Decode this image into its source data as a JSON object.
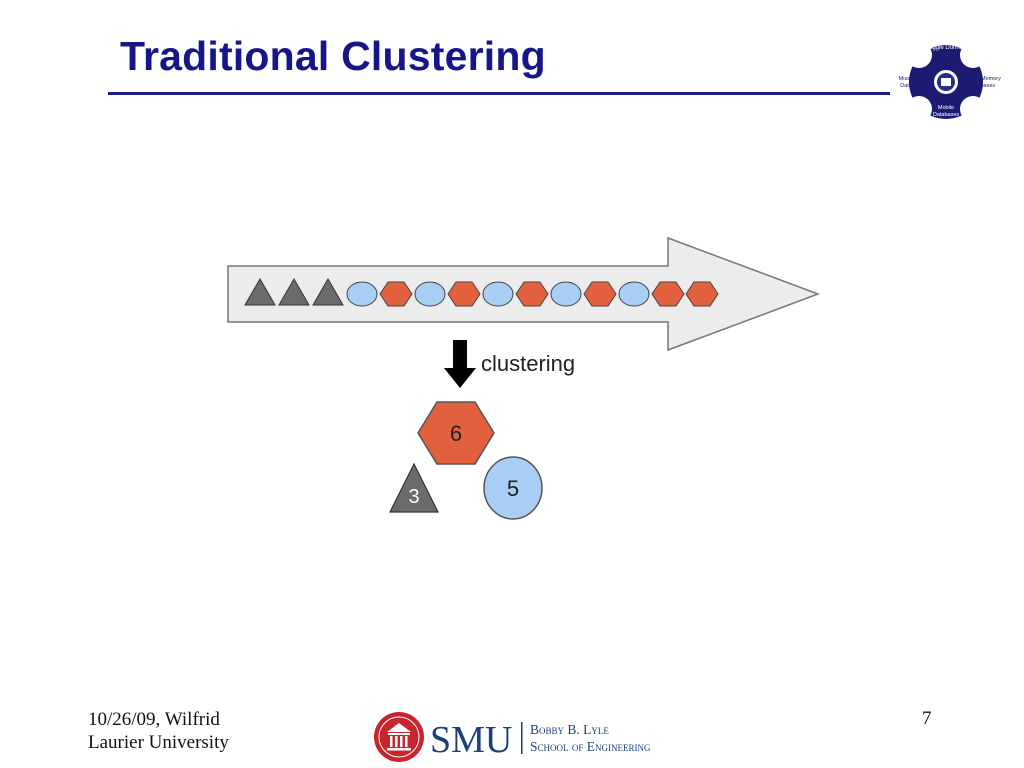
{
  "slide": {
    "title": "Traditional Clustering",
    "page_number": "7",
    "footer": {
      "line1": "10/26/09, Wilfrid",
      "line2": "Laurier University"
    }
  },
  "badge": {
    "top": "Maggie Dunham",
    "left_line1": "Missing",
    "left_line2": "Data",
    "right_line1": "MainMemory",
    "right_line2": "Databases",
    "bottom_line1": "Mobile",
    "bottom_line2": "Databases"
  },
  "school_logo": {
    "wordmark": "SMU",
    "line1": "Bobby B. Lyle",
    "line2": "School of Engineering"
  },
  "diagram": {
    "stream": [
      "triangle",
      "triangle",
      "triangle",
      "circle",
      "hexagon",
      "circle",
      "hexagon",
      "circle",
      "hexagon",
      "circle",
      "hexagon",
      "circle",
      "hexagon",
      "hexagon"
    ],
    "process_label": "clustering",
    "clusters": [
      {
        "shape": "hexagon",
        "count": "6"
      },
      {
        "shape": "triangle",
        "count": "3"
      },
      {
        "shape": "circle",
        "count": "5"
      }
    ],
    "colors": {
      "triangle": "#6b6b6b",
      "circle": "#a8cef5",
      "hexagon": "#e2603e",
      "arrow_fill": "#ececec",
      "arrow_stroke": "#777777"
    }
  }
}
